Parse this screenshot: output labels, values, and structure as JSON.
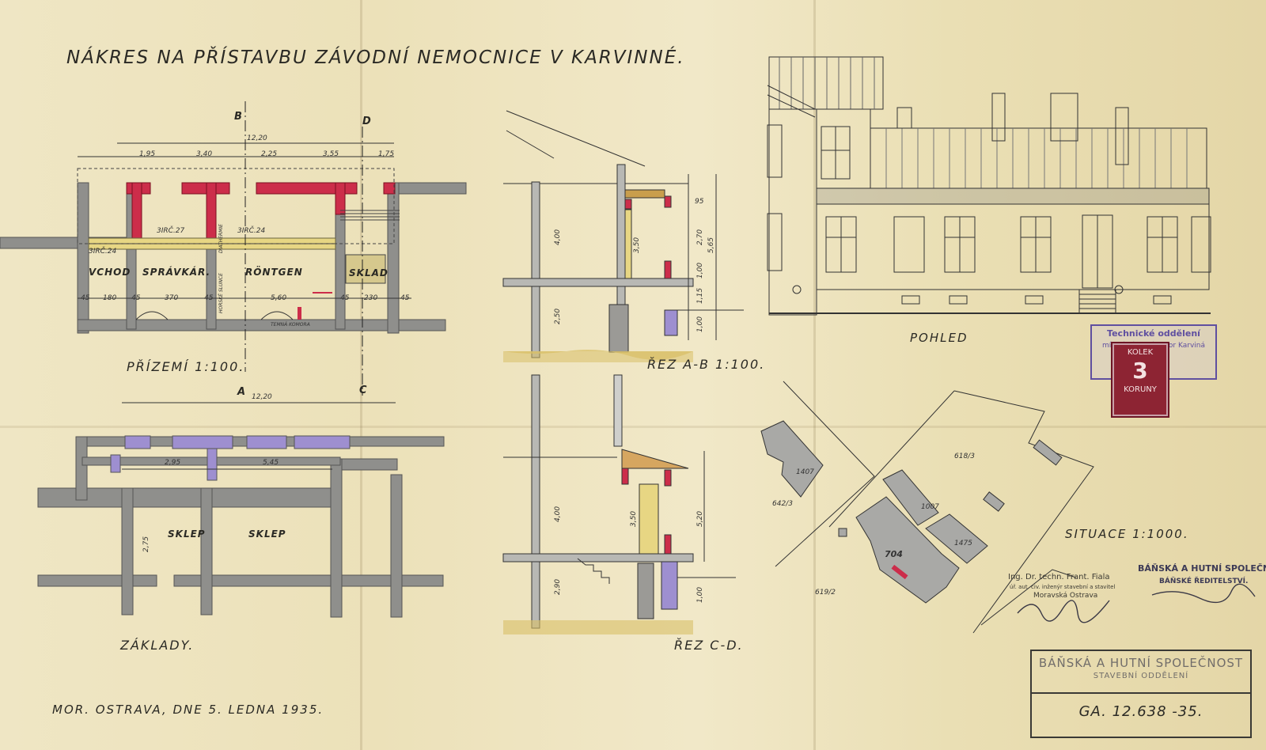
{
  "title": "NÁKRES NA PŘÍSTAVBU ZÁVODNÍ NEMOCNICE V KARVINNÉ.",
  "views": {
    "ground_floor": "PŘÍZEMÍ 1:100.",
    "foundations": "ZÁKLADY.",
    "section_ab": "ŘEZ A-B 1:100.",
    "section_cd": "ŘEZ C-D.",
    "elevation": "POHLED",
    "site_plan": "SITUACE 1:1000."
  },
  "axes": {
    "a": "A",
    "b": "B",
    "c": "C",
    "d": "D"
  },
  "rooms": {
    "vchod": "VCHOD",
    "spravkar": "SPRÁVKÁR.",
    "rontgen": "RÖNTGEN",
    "sklad": "SKLAD",
    "sklep1": "SKLEP",
    "sklep2": "SKLEP",
    "temnokomora": "TEMNÁ KOMORA",
    "diathermie": "DIATHERMIE",
    "horske_slunce": "HORSKÉ SLUNCE"
  },
  "dimensions": {
    "overall_top": "12,20",
    "top_chain": [
      "1,95",
      "3,40",
      "2,25",
      "3,55",
      "1,75"
    ],
    "widths": [
      "3IRČ.27",
      "3IRČ.24",
      "3IRČ.24"
    ],
    "bottom_chain": [
      "45",
      "180",
      "45",
      "370",
      "45",
      "5,60",
      "45",
      "230",
      "45"
    ],
    "overall_foundation": "12,20",
    "foundation_chain": [
      "2,95",
      "5,45"
    ],
    "foundation_left": "2,75",
    "section_ab_heights": [
      "95",
      "2,70",
      "5,65",
      "1,00",
      "1,15",
      "1,00",
      "4,00",
      "2,50",
      "3,50"
    ],
    "section_cd_heights": [
      "5,20",
      "4,00",
      "2,90",
      "3,50",
      "1,00"
    ]
  },
  "site": {
    "parcels": [
      "618/3",
      "642/3",
      "619/2",
      "1407",
      "1007",
      "1475",
      "704"
    ]
  },
  "date_line": "MOR. OSTRAVA, DNE 5. LEDNA 1935.",
  "stamps": {
    "technical_office_1": "Technické oddělení",
    "technical_office_2": "místní národní výbor Karviná",
    "revenue_value": "3",
    "revenue_top": "KOLEK",
    "revenue_bottom": "KORUNY",
    "company": "BÁŇSKÁ A HUTNÍ SPOLEČNOST",
    "company_sub": "BÁŇSKÉ ŘEDITELSTVÍ.",
    "engineer_1": "Ing. Dr. techn. Frant. Fiala",
    "engineer_2": "úř. aut. civ. inženýr stavební a stavitel",
    "engineer_3": "Moravská Ostrava",
    "box_company": "BÁŇSKÁ A HUTNÍ SPOLEČNOST",
    "box_dept": "STAVEBNÍ ODDĚLENÍ",
    "box_ref": "GA. 12.638 -35."
  },
  "colors": {
    "paper": "#ece1b9",
    "new_wall": "#cc2d4a",
    "foundation_new": "#9e8fd0",
    "existing_wall": "#8a8a88",
    "ink": "#2b2a25",
    "ground": "#d9c068"
  }
}
